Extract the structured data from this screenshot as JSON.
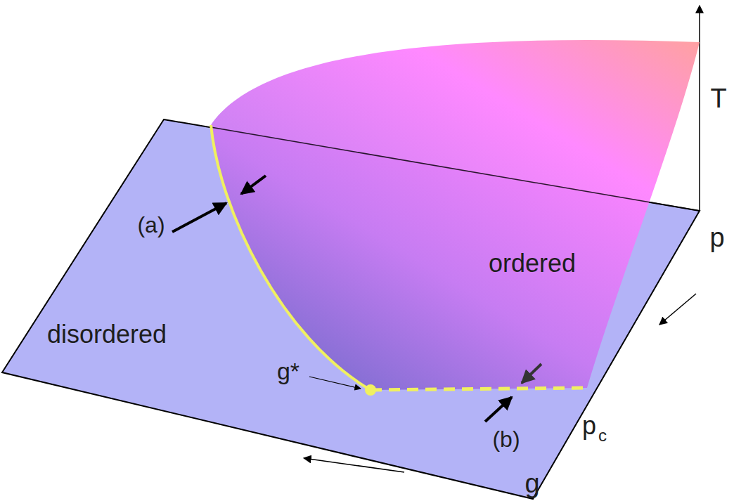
{
  "diagram": {
    "labels": [
      "T",
      "ordered",
      "p",
      "(a)",
      "disordered",
      "g*",
      "p",
      "c",
      "(b)",
      "g"
    ]
  }
}
